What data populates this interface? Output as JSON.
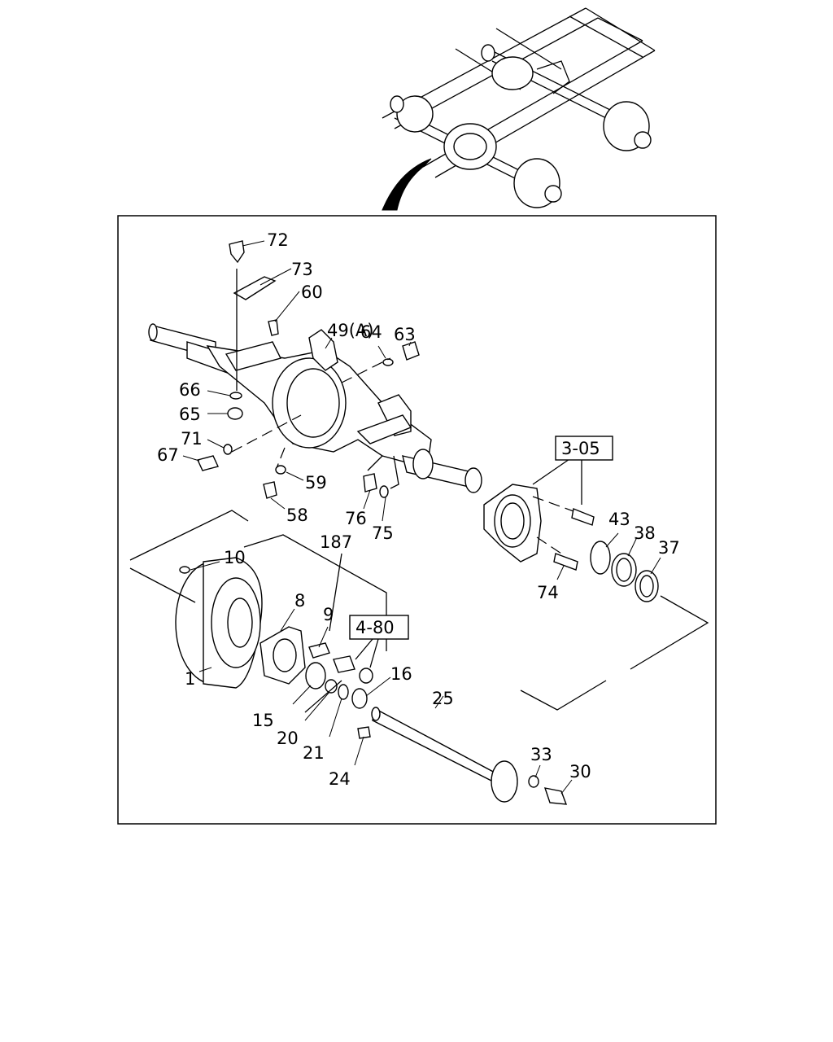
{
  "labels": {
    "p72": "72",
    "p73": "73",
    "p60": "60",
    "p49": "49(A)",
    "p63": "63",
    "p64": "64",
    "p66": "66",
    "p65": "65",
    "p71": "71",
    "p67": "67",
    "p59": "59",
    "p58": "58",
    "p76": "76",
    "p75": "75",
    "p43": "43",
    "p38": "38",
    "p37": "37",
    "p74": "74",
    "p187": "187",
    "p10": "10",
    "p8": "8",
    "p9": "9",
    "p1": "1",
    "p16": "16",
    "p15": "15",
    "p20": "20",
    "p21": "21",
    "p24": "24",
    "p25": "25",
    "p33": "33",
    "p30": "30"
  },
  "refs": {
    "r305": "3-05",
    "r480": "4-80"
  }
}
